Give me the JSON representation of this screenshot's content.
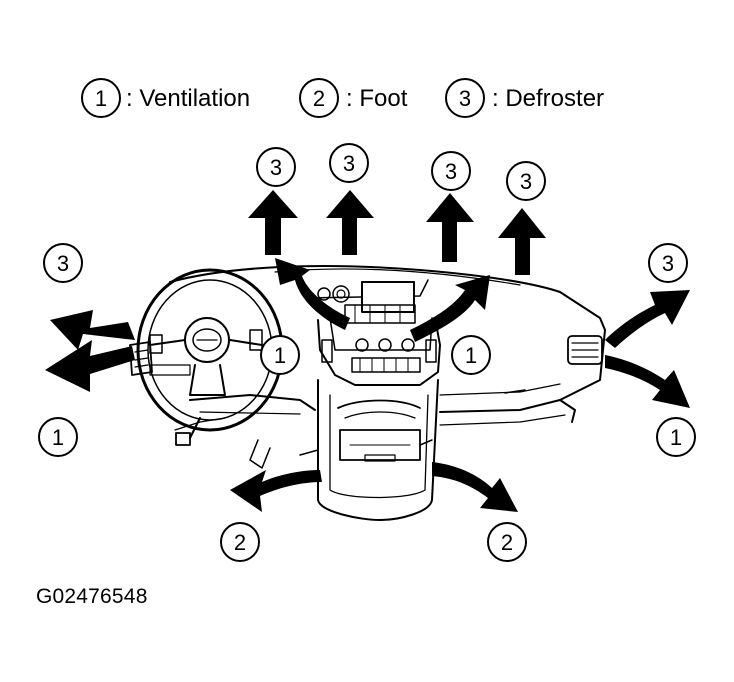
{
  "legend": [
    {
      "number": "1",
      "label": ": Ventilation"
    },
    {
      "number": "2",
      "label": ": Foot"
    },
    {
      "number": "3",
      "label": ": Defroster"
    }
  ],
  "callouts": {
    "defrost_left": "3",
    "defrost_center_left": "3",
    "defrost_center": "3",
    "defrost_center_right": "3",
    "defrost_right_side": "3",
    "defrost_left_side": "3",
    "vent_left_side": "1",
    "vent_left_center": "1",
    "vent_right_center": "1",
    "vent_right_side": "1",
    "foot_left": "2",
    "foot_right": "2"
  },
  "figure_id": "G02476548"
}
